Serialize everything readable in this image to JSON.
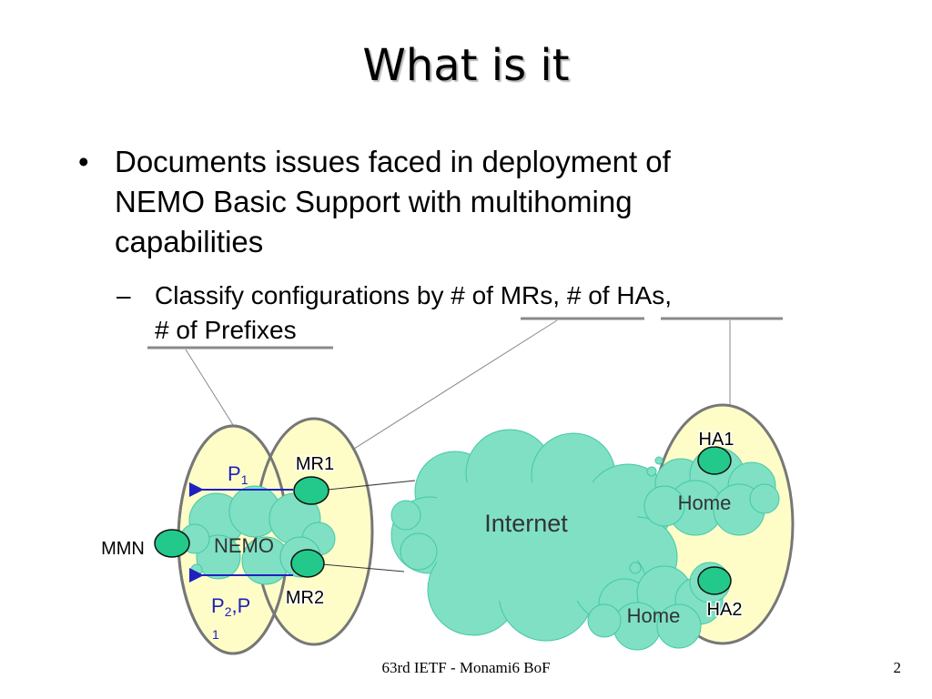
{
  "slide": {
    "title": "What is it",
    "bullet_symbol": "•",
    "bullet_line1": "Documents issues faced in deployment of",
    "bullet_line2": "NEMO Basic Support with multihoming",
    "bullet_line3": "capabilities",
    "sub_dash": "–",
    "sub_line1": "Classify configurations by # of MRs, # of HAs,",
    "sub_line2": "# of Prefixes"
  },
  "diagram": {
    "internet": "Internet",
    "nemo": "NEMO",
    "home1": "Home",
    "home2": "Home",
    "mr1": "MR1",
    "mr2": "MR2",
    "mmn": "MMN",
    "ha1": "HA1",
    "ha2": "HA2",
    "p1_main": "P",
    "p1_sub": "1",
    "p2_main": "P",
    "p2_sub": "2",
    "p2_sep": ",",
    "p2b_main": "P",
    "p2b_sub": "1",
    "colors": {
      "ellipse_fill": "#fefdc8",
      "ellipse_stroke": "#777777",
      "cloud_fill": "#7fe0c4",
      "node_fill": "#22c98a",
      "prefix_text": "#2020c0"
    }
  },
  "footer": {
    "center": "63rd IETF - Monami6 BoF",
    "page": "2"
  }
}
